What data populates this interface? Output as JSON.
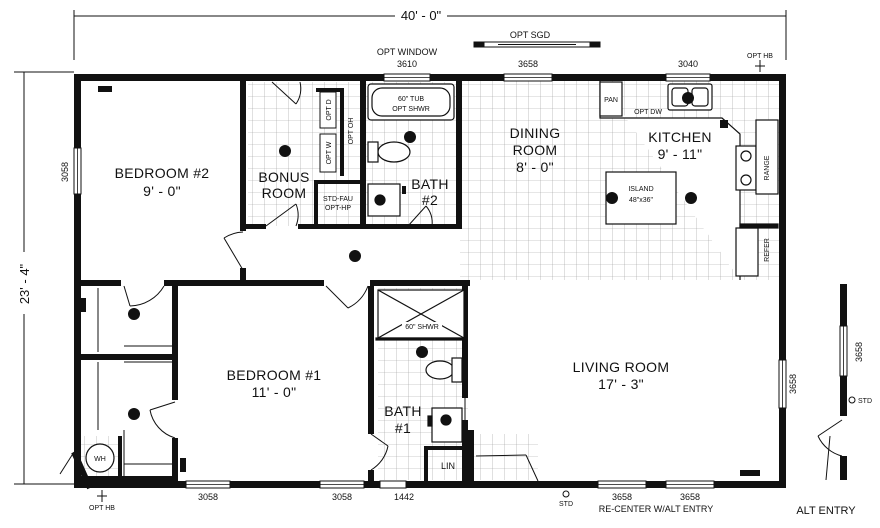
{
  "dimensions": {
    "width": "40' - 0\"",
    "depth": "23' - 4\""
  },
  "rooms": {
    "bedroom2": {
      "name": "BEDROOM #2",
      "size": "9' - 0\""
    },
    "bonus": {
      "line1": "BONUS",
      "line2": "ROOM"
    },
    "bath2": {
      "line1": "BATH",
      "line2": "#2"
    },
    "dining": {
      "line1": "DINING",
      "line2": "ROOM",
      "size": "8' - 0\""
    },
    "kitchen": {
      "name": "KITCHEN",
      "size": "9' - 11\""
    },
    "bedroom1": {
      "name": "BEDROOM #1",
      "size": "11' - 0\""
    },
    "bath1": {
      "line1": "BATH",
      "line2": "#1"
    },
    "living": {
      "name": "LIVING ROOM",
      "size": "17' - 3\""
    }
  },
  "fixtures": {
    "tub": "60\" TUB",
    "tub_opt": "OPT SHWR",
    "shower": "60\" SHWR",
    "island": "ISLAND",
    "island_size": "48\"x36\"",
    "pan": "PAN",
    "opt_dw": "OPT DW",
    "range": "RANGE",
    "refer": "REFER",
    "opt_d": "OPT D",
    "opt_w": "OPT W",
    "opt_oh": "OPT OH",
    "fau_1": "STD-FAU",
    "fau_2": "OPT-HP",
    "wh": "WH",
    "lin": "LIN"
  },
  "labels": {
    "opt_sgd": "OPT SGD",
    "opt_window": "OPT WINDOW",
    "w_3610": "3610",
    "w_3658_top": "3658",
    "w_3040": "3040",
    "opt_hb_top": "OPT HB",
    "w_3058_left": "3058",
    "w_3658_right": "3658",
    "w_3658_alt": "3658",
    "std_right": "STD",
    "w_3058_b1": "3058",
    "w_3058_b2": "3058",
    "w_1442": "1442",
    "std_bottom": "STD",
    "w_3658_b1": "3658",
    "w_3658_b2": "3658",
    "re_center": "RE-CENTER W/ALT ENTRY",
    "opt_hb_bottom": "OPT HB",
    "alt_entry": "ALT ENTRY"
  }
}
